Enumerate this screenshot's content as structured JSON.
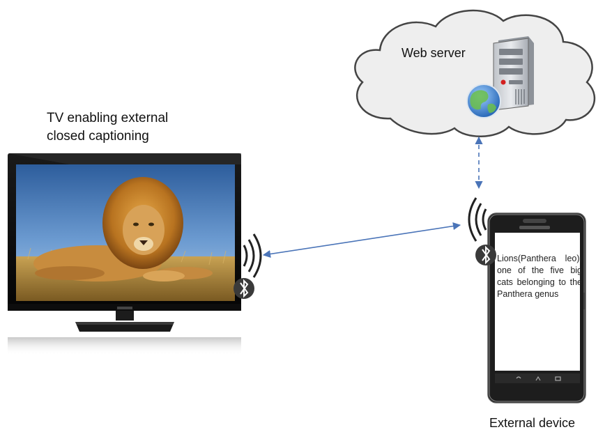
{
  "tv": {
    "label_line1": "TV enabling external",
    "label_line2": "closed captioning"
  },
  "server": {
    "label": "Web server"
  },
  "device": {
    "label": "External device",
    "caption": "Lions(Panthera leo), one of the five big cats belonging to the Panthera genus"
  },
  "icons": [
    "cloud-icon",
    "server-icon",
    "globe-icon",
    "tv-icon",
    "lion-image",
    "smartphone-icon",
    "bluetooth-icon",
    "wireless-signal-icon"
  ],
  "colors": {
    "link_arrow": "#4a74b8",
    "cloud_fill": "#eeeeee",
    "cloud_stroke": "#444444",
    "bluetooth_badge": "#3a3a3a"
  }
}
